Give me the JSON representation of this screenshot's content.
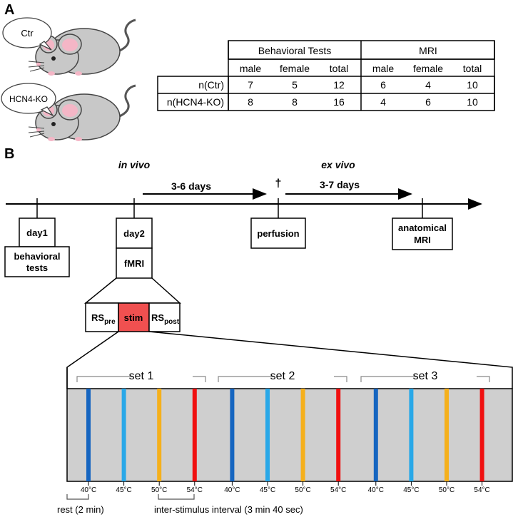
{
  "panel_a": {
    "label": "A",
    "mice": [
      {
        "name": "Ctr"
      },
      {
        "name": "HCN4-KO"
      }
    ],
    "table": {
      "group_headers": [
        "Behavioral Tests",
        "MRI"
      ],
      "sub_headers": [
        "male",
        "female",
        "total",
        "male",
        "female",
        "total"
      ],
      "rows": [
        {
          "label": "n(Ctr)",
          "values": [
            "7",
            "5",
            "12",
            "6",
            "4",
            "10"
          ]
        },
        {
          "label": "n(HCN4-KO)",
          "values": [
            "8",
            "8",
            "16",
            "4",
            "6",
            "10"
          ]
        }
      ]
    }
  },
  "panel_b": {
    "label": "B",
    "in_vivo": "in vivo",
    "ex_vivo": "ex vivo",
    "interval1": "3-6 days",
    "interval2": "3-7 days",
    "dagger": "†",
    "day1": "day1",
    "behavioral": [
      "behavioral",
      "tests"
    ],
    "day2": "day2",
    "fmri": "fMRI",
    "perfusion": "perfusion",
    "anatomical": [
      "anatomical",
      "MRI"
    ],
    "rs_pre": {
      "main": "RS",
      "sub": "pre"
    },
    "stim": "stim",
    "rs_post": {
      "main": "RS",
      "sub": "post"
    },
    "sets": [
      "set 1",
      "set 2",
      "set 3"
    ],
    "stimuli": [
      {
        "temp": "40°C",
        "color": "#1565c0"
      },
      {
        "temp": "45°C",
        "color": "#29a8e8"
      },
      {
        "temp": "50°C",
        "color": "#f5b01c"
      },
      {
        "temp": "54°C",
        "color": "#f01010"
      },
      {
        "temp": "40°C",
        "color": "#1565c0"
      },
      {
        "temp": "45°C",
        "color": "#29a8e8"
      },
      {
        "temp": "50°C",
        "color": "#f5b01c"
      },
      {
        "temp": "54°C",
        "color": "#f01010"
      },
      {
        "temp": "40°C",
        "color": "#1565c0"
      },
      {
        "temp": "45°C",
        "color": "#29a8e8"
      },
      {
        "temp": "50°C",
        "color": "#f5b01c"
      },
      {
        "temp": "54°C",
        "color": "#f01010"
      }
    ],
    "rest_label": "rest (2 min)",
    "isi_label": "inter-stimulus interval (3 min 40 sec)",
    "colors": {
      "stim_fill": "#f05050",
      "block_bg": "#cfcfcf",
      "mouse_body": "#c8c8c8",
      "ear": "#f4b6c6"
    }
  }
}
